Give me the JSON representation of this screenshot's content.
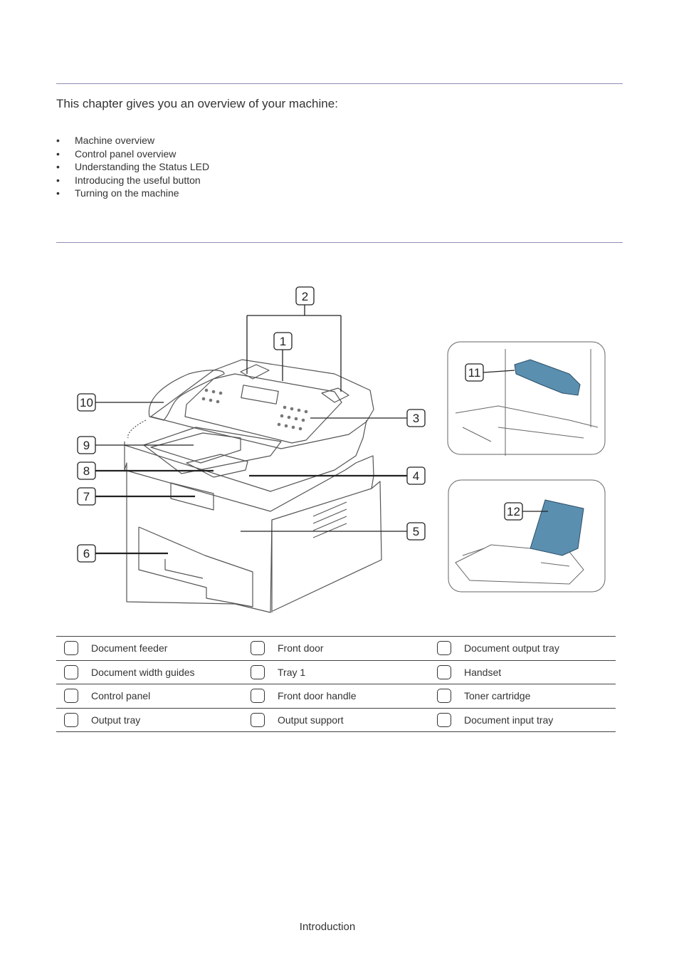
{
  "intro": "This chapter gives you an overview of your machine:",
  "toc": [
    "Machine overview",
    "Control panel overview",
    "Understanding the Status LED",
    "Introducing the useful button",
    "Turning on the machine"
  ],
  "bullet": "•",
  "callouts": [
    "1",
    "2",
    "3",
    "4",
    "5",
    "6",
    "7",
    "8",
    "9",
    "10",
    "11",
    "12"
  ],
  "legend": [
    [
      "Document feeder",
      "Front door",
      "Document output tray"
    ],
    [
      "Document width guides",
      "Tray 1",
      "Handset"
    ],
    [
      "Control panel",
      "Front door handle",
      "Toner cartridge"
    ],
    [
      "Output tray",
      "Output support",
      "Document input tray"
    ]
  ],
  "footer": "Introduction",
  "colors": {
    "rule": "#8e8fb4",
    "toner": "#5a8fb0",
    "text": "#333333"
  }
}
